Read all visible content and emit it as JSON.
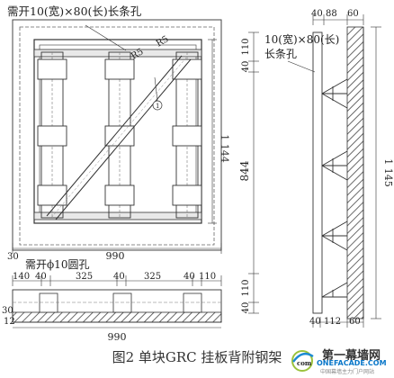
{
  "annotations": {
    "slot_note_left": "需开10(宽)×80(长)长条孔",
    "slot_note_right_1": "10(宽)×80(长)",
    "slot_note_right_2": "长条孔",
    "round_hole_note": "需开ϕ10圆孔",
    "radius_a": "R5",
    "radius_b": "R5",
    "marker": "1"
  },
  "front_view": {
    "height_dim": "1 144",
    "width_dim": "990",
    "left_dim": "30"
  },
  "bottom_view": {
    "dims": [
      "140",
      "40",
      "325",
      "40",
      "325",
      "40",
      "110"
    ],
    "total_dim": "990",
    "left_dim_a": "30",
    "left_dim_b": "12"
  },
  "side_view": {
    "top_dims": [
      "40",
      "88",
      "60"
    ],
    "left_dims": [
      "110",
      "40"
    ],
    "mid_dim": "844",
    "lower_dims": [
      "110",
      "40"
    ],
    "height_dim": "1 145",
    "bottom_dims": [
      "40",
      "112",
      "60"
    ]
  },
  "caption": "图2 单块GRC 挂板背附钢架",
  "logo": {
    "main": "第一幕墙网",
    "sub": "ONEFACADE.COM",
    "sub2": "中国幕墙主力门户网站",
    "mark": "com"
  }
}
